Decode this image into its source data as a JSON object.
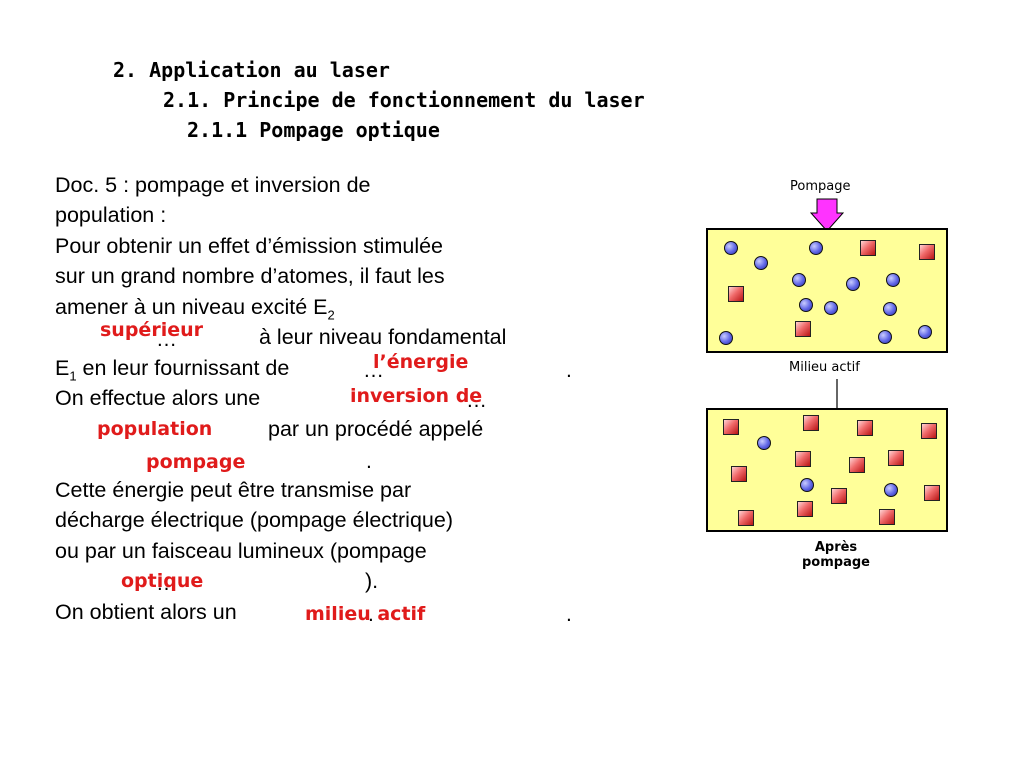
{
  "headings": {
    "h1": "2. Application au laser",
    "h2": "2.1. Principe de fonctionnement du laser",
    "h3": "2.1.1 Pompage optique"
  },
  "doc": {
    "l1": "Doc. 5 : pompage et inversion de",
    "l2": "population :",
    "l3": "Pour obtenir un effet d’émission stimulée",
    "l4": "sur un grand nombre d’atomes, il faut les",
    "l5_pre": "amener à un niveau excité E",
    "l5_sub": "2",
    "l6": "à leur niveau fondamental",
    "l7_pre": "E",
    "l7_sub": "1",
    "l7_post": " en leur fournissant de",
    "l8": "On effectue alors une",
    "l9": "par un procédé appelé",
    "l11": "Cette énergie peut être transmise par",
    "l12": "décharge électrique (pompage électrique)",
    "l13": "ou par un faisceau lumineux (pompage",
    "l14": ").",
    "l15": "On obtient alors un"
  },
  "blanks": {
    "dots": "…",
    "period": "."
  },
  "answers": {
    "superieur": "supérieur",
    "energie": "l’énergie",
    "inversion": "inversion de",
    "population": "population",
    "pompage": "pompage",
    "optique": "optique",
    "milieu": "milieu actif"
  },
  "figure": {
    "pump_label": "Pompage",
    "medium_label": "Milieu actif",
    "after_label_1": "Après",
    "after_label_2": "pompage",
    "legend": {
      "ground_state": "blue-circle-atom",
      "excited_state": "red-square-atom"
    }
  },
  "colors": {
    "answer": "#e01b1b",
    "box_fill": "#ffff99",
    "pump_arrow": "#ff33ff"
  }
}
